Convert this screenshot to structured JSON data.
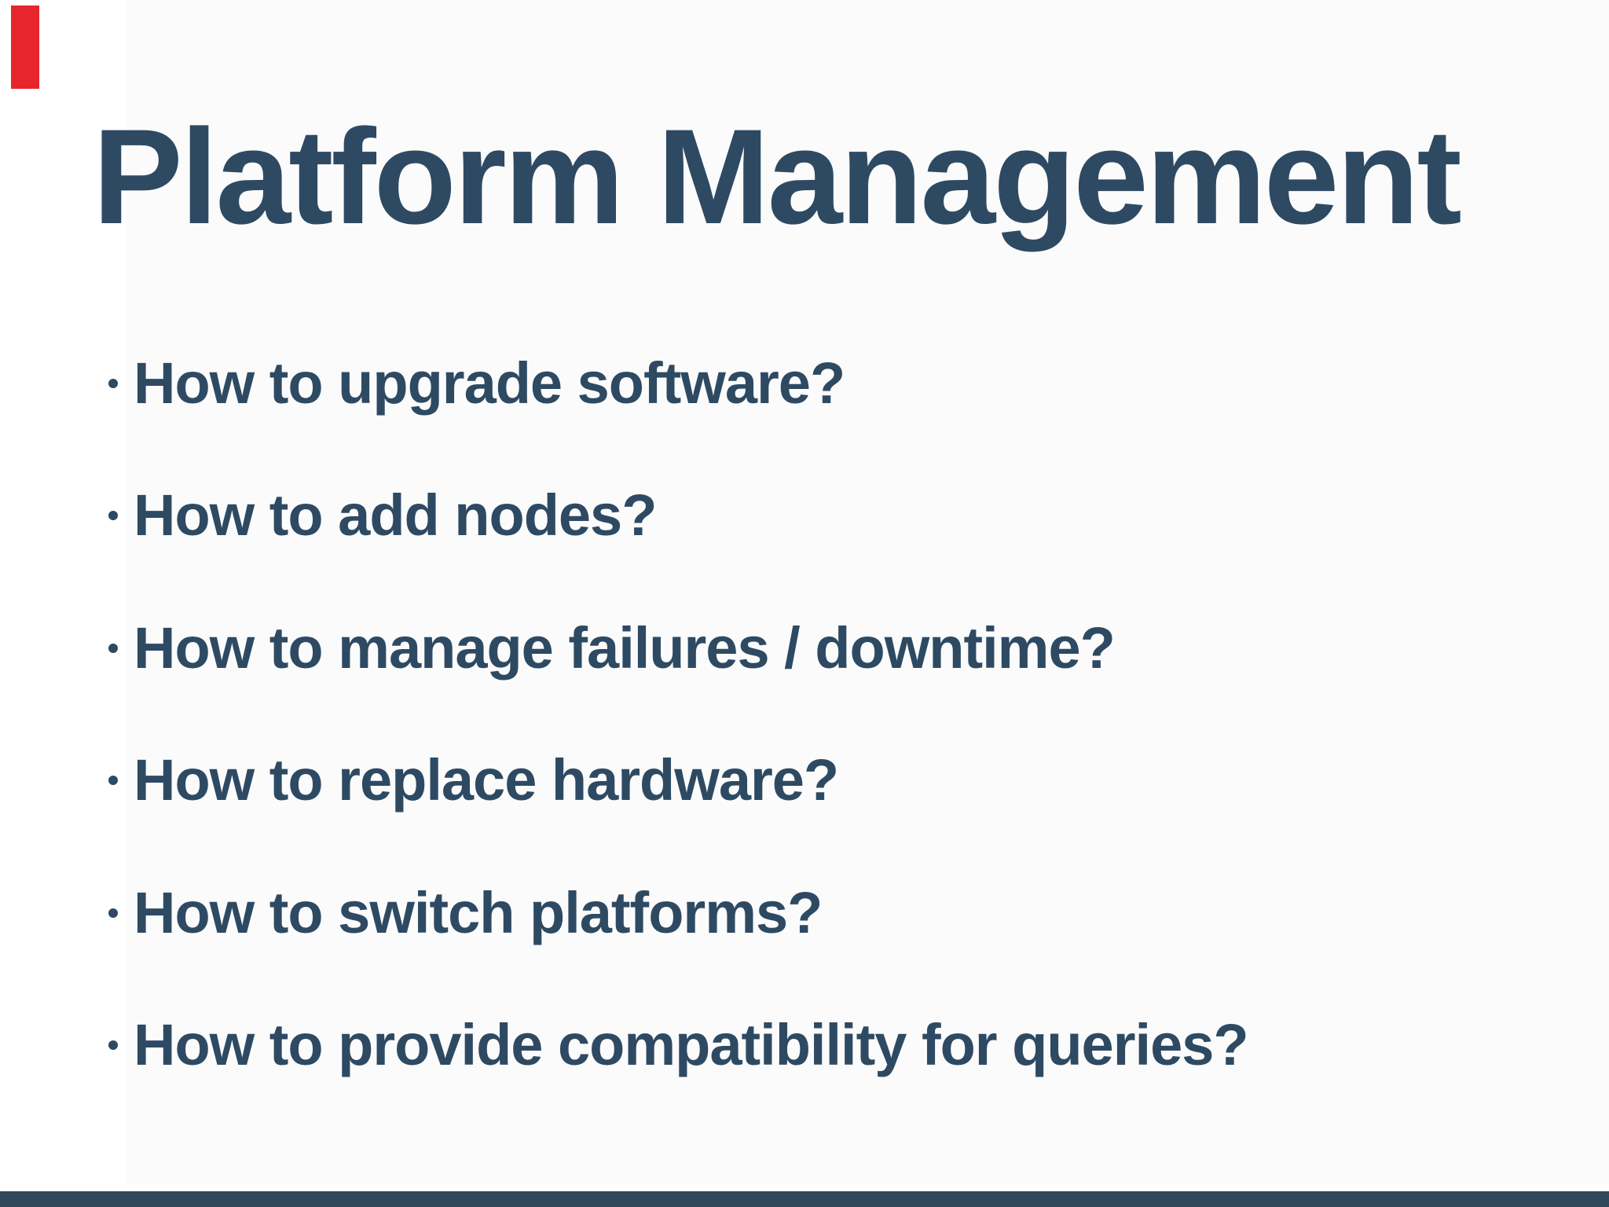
{
  "slide": {
    "title": "Platform Management",
    "bullets": [
      "How to upgrade software?",
      "How to add nodes?",
      "How to manage failures / downtime?",
      "How to replace hardware?",
      "How to switch platforms?",
      "How to provide compatibility for queries?"
    ],
    "colors": {
      "text": "#2e4a63",
      "footer_bar": "#30485a",
      "slide_background": "#fbfbfc",
      "red_marker": "#e6262c"
    }
  }
}
